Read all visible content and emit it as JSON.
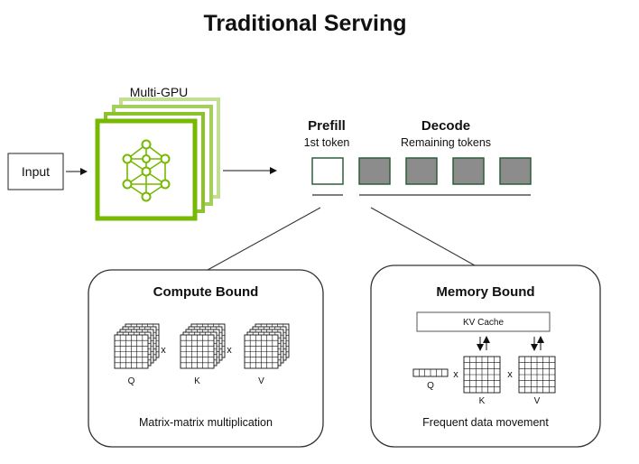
{
  "title": "Traditional Serving",
  "input": {
    "label": "Input"
  },
  "gpu": {
    "label": "Multi-GPU",
    "accent": "#76b900",
    "icon": "neural-network-icon"
  },
  "prefill": {
    "title": "Prefill",
    "subtitle": "1st token"
  },
  "decode": {
    "title": "Decode",
    "subtitle": "Remaining tokens",
    "token_fill": "#8c8c8c"
  },
  "compute": {
    "title": "Compute Bound",
    "caption": "Matrix-matrix multiplication",
    "matrices": [
      "Q",
      "K",
      "V"
    ],
    "operator": "x"
  },
  "memory": {
    "title": "Memory Bound",
    "caption": "Frequent data movement",
    "cache_label": "KV Cache",
    "matrices": [
      "Q",
      "K",
      "V"
    ],
    "operator": "x"
  }
}
